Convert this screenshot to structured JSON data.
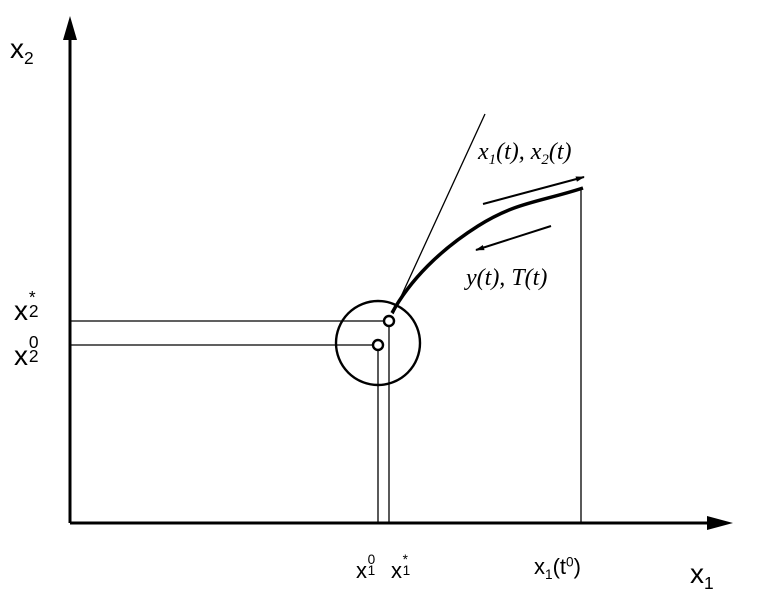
{
  "axes": {
    "y_name": "x",
    "y_sub": "2",
    "x_name": "x",
    "x_sub": "1"
  },
  "y_ticks": [
    {
      "name": "x",
      "sub": "2",
      "sup": "*"
    },
    {
      "name": "x",
      "sub": "2",
      "sup": "0"
    }
  ],
  "x_ticks": [
    {
      "name": "x",
      "sub": "1",
      "sup": "0"
    },
    {
      "name": "x",
      "sub": "1",
      "sup": "*"
    }
  ],
  "x_end_tick": {
    "name": "x",
    "sub": "1",
    "arg": "(t",
    "arg_sup": "0",
    "close": ")"
  },
  "forward_label": {
    "a": "x",
    "a_sub": "1",
    "a_arg": "(t), ",
    "b": "x",
    "b_sub": "2",
    "b_arg": "(t)"
  },
  "backward_label": {
    "a": "y",
    "a_arg": "(t), ",
    "b": "T",
    "b_arg": "(t)"
  },
  "colors": {
    "stroke": "#000000",
    "background": "#ffffff"
  }
}
